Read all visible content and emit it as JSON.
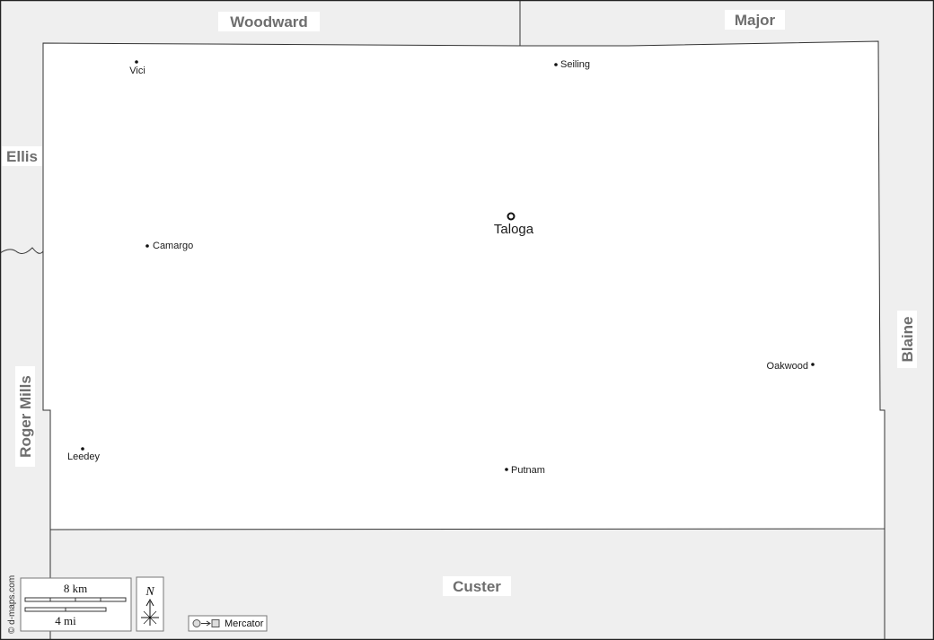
{
  "counties": {
    "woodward": "Woodward",
    "major": "Major",
    "ellis": "Ellis",
    "roger_mills": "Roger Mills",
    "blaine": "Blaine",
    "custer": "Custer"
  },
  "county_seat": {
    "name": "Taloga"
  },
  "towns": {
    "vici": "Vici",
    "seiling": "Seiling",
    "camargo": "Camargo",
    "oakwood": "Oakwood",
    "leedey": "Leedey",
    "putnam": "Putnam"
  },
  "scale": {
    "km_label": "8 km",
    "mi_label": "4 mi"
  },
  "north_arrow": {
    "label": "N"
  },
  "projection": {
    "label": "Mercator"
  },
  "credit": "© d-maps.com",
  "colors": {
    "neighbor_fill": "#efefef",
    "county_fill": "#ffffff",
    "label_gray": "#6e6e6e",
    "border": "#333333"
  }
}
